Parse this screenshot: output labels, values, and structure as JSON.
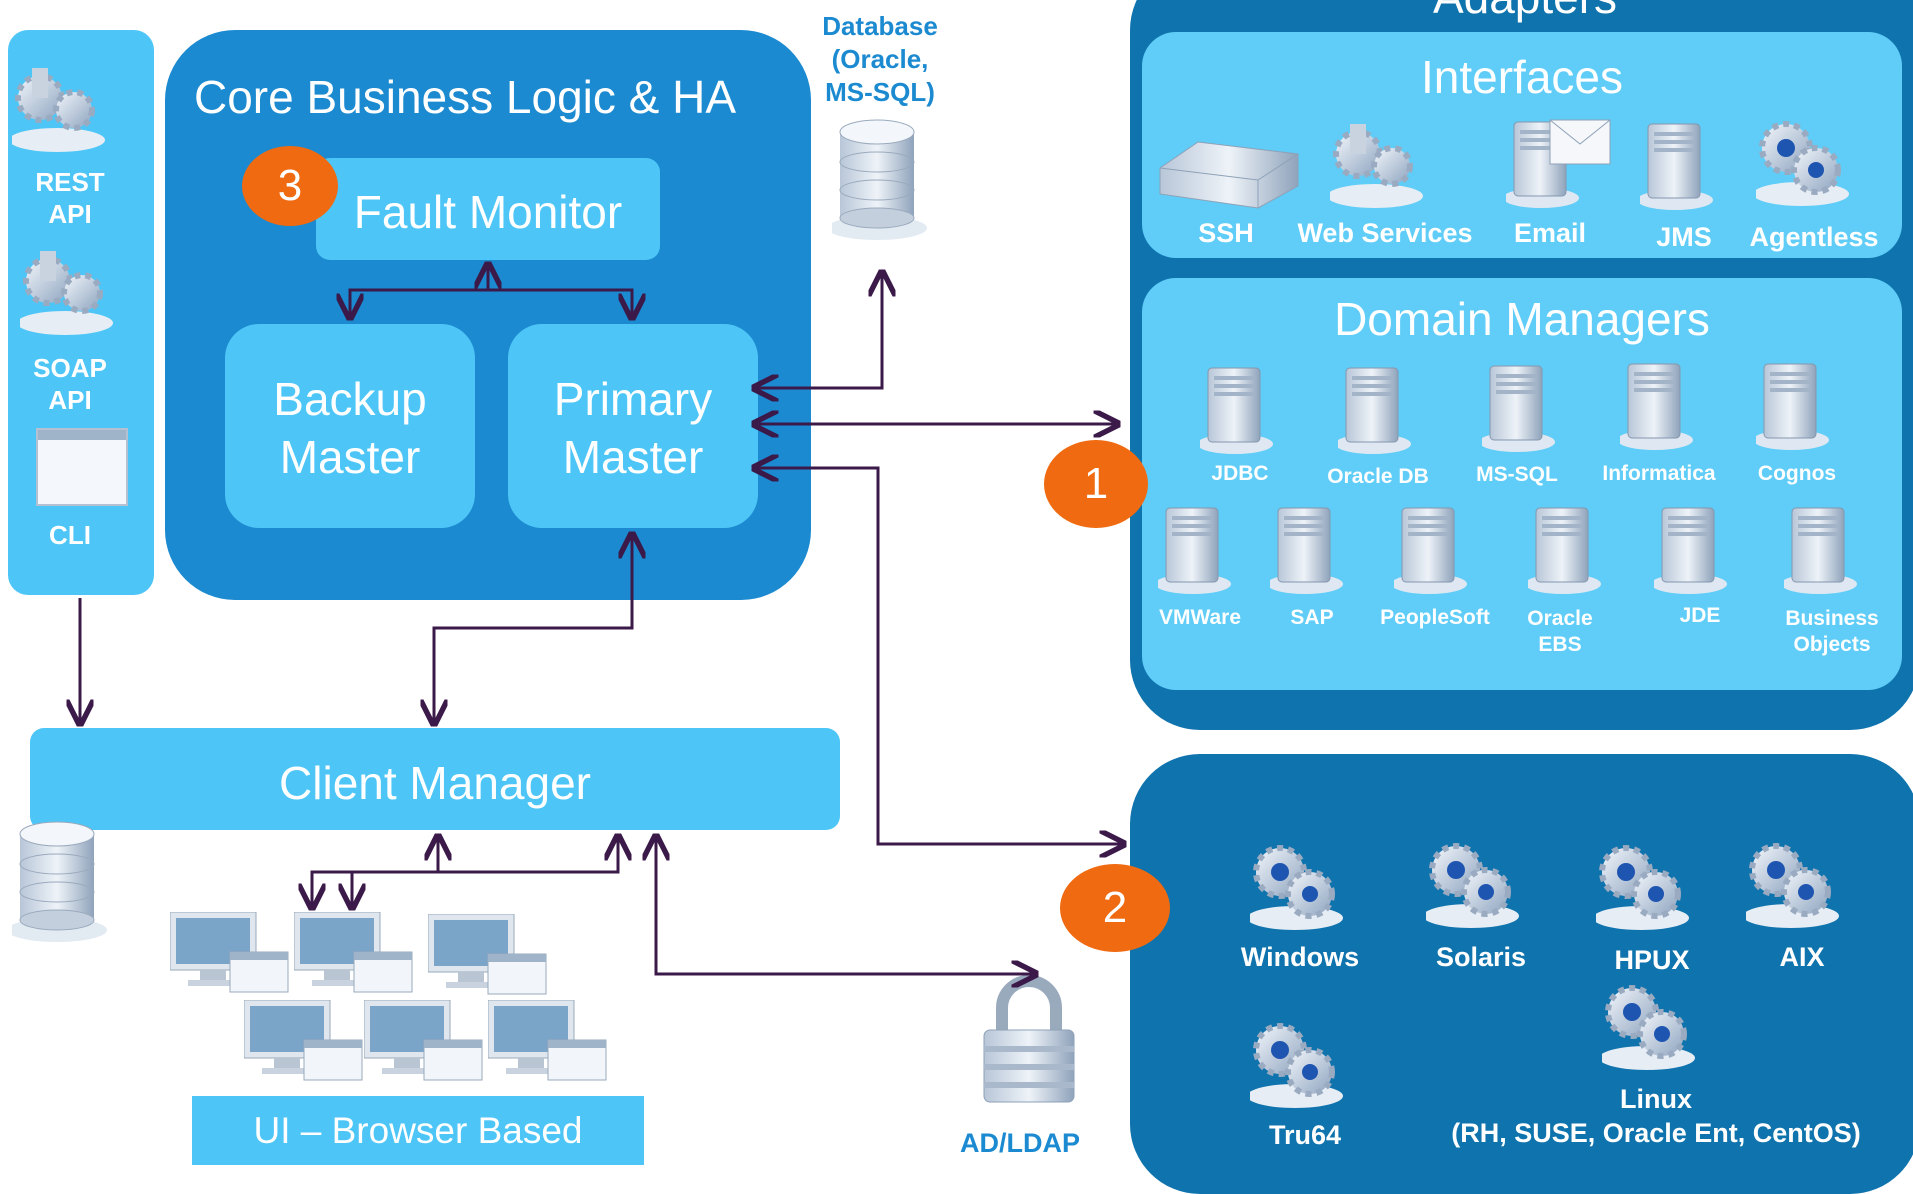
{
  "left_bar": {
    "rest": "REST\nAPI",
    "soap": "SOAP\nAPI",
    "cli": "CLI"
  },
  "core": {
    "title": "Core Business Logic & HA",
    "fault_monitor": "Fault Monitor",
    "backup_master": "Backup\nMaster",
    "primary_master": "Primary\nMaster",
    "badge": "3"
  },
  "database": {
    "label": "Database\n(Oracle,\nMS-SQL)"
  },
  "adapters": {
    "title": "Adapters",
    "interfaces": {
      "title": "Interfaces",
      "items": [
        "SSH",
        "Web Services",
        "Email",
        "JMS",
        "Agentless"
      ]
    },
    "domain_managers": {
      "title": "Domain Managers",
      "badge": "1",
      "items": [
        "JDBC",
        "Oracle DB",
        "MS-SQL",
        "Informatica",
        "Cognos",
        "VMWare",
        "SAP",
        "PeopleSoft",
        "Oracle\nEBS",
        "JDE",
        "Business\nObjects"
      ]
    }
  },
  "agents": {
    "badge": "2",
    "items": [
      "Windows",
      "Solaris",
      "HPUX",
      "AIX",
      "Tru64",
      "Linux\n(RH, SUSE, Oracle Ent, CentOS)"
    ]
  },
  "client_manager": {
    "title": "Client Manager"
  },
  "ui": {
    "label": "UI – Browser Based"
  },
  "adldap": {
    "label": "AD/LDAP"
  },
  "colors": {
    "dark": "#1b8ad0",
    "darker": "#0f73ad",
    "light": "#4dc6f7",
    "badge": "#ef6a10",
    "arrow": "#3b1a4a"
  }
}
